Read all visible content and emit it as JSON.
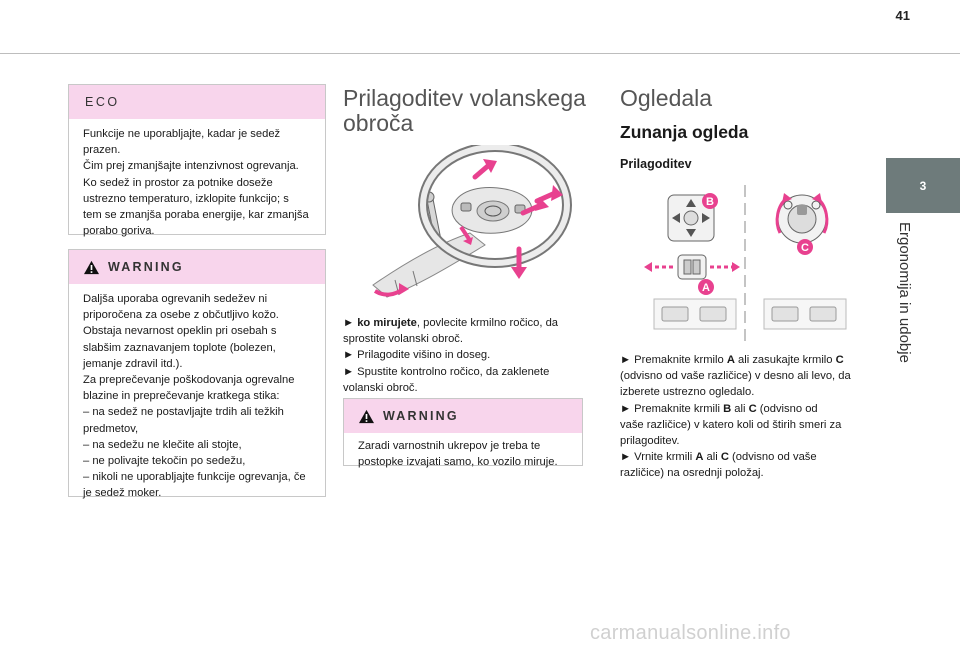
{
  "page_number": "41",
  "side_tab": {
    "number": "3",
    "title": "Ergonomija in udobje"
  },
  "eco_box": {
    "title": "ECO",
    "lines": "Funkcije ne uporabljajte, kadar je sedež\nprazen.\nČim prej zmanjšajte intenzivnost ogrevanja.\nKo sedež in prostor za potnike doseže\nustrezno temperaturo, izklopite funkcijo; s\ntem se zmanjša poraba energije, kar zmanjša\nporabo goriva."
  },
  "warning_box_1": {
    "title": "WARNING",
    "lines": "Daljša uporaba ogrevanih sedežev ni\npriporočena za osebe z občutljivo kožo.\nObstaja nevarnost opeklin pri osebah s\nslabšim zaznavanjem toplote (bolezen,\njemanje zdravil itd.).\nZa preprečevanje poškodovanja ogrevalne\nblazine in preprečevanje kratkega stika:\n–  na sedež ne postavljajte trdih ali težkih\npredmetov,\n–  na sedežu ne klečite ali stojte,\n–  ne polivajte tekočin po sedežu,\n–  nikoli ne uporabljajte funkcije ogrevanja, če\nje sedež moker."
  },
  "steering": {
    "title_line1": "Prilagoditev volanskega",
    "title_line2": "obroča",
    "step1_marker": "►",
    "step1_bold": "ko mirujete",
    "step1_rest": ", povlecite krmilno ročico, da",
    "step1_line2": "sprostite volanski obroč.",
    "step2": "►  Prilagodite višino in doseg.",
    "step3_line1": "►  Spustite kontrolno ročico, da zaklenete",
    "step3_line2": "volanski obroč."
  },
  "warning_box_2": {
    "title": "WARNING",
    "lines": "Zaradi varnostnih ukrepov je treba te\npostopke izvajati samo, ko vozilo miruje."
  },
  "mirrors": {
    "title": "Ogledala",
    "subtitle": "Zunanja ogleda",
    "heading": "Prilagoditev",
    "label_a": "A",
    "label_b": "B",
    "label_c": "C",
    "step1_pre": "►  Premaknite krmilo ",
    "step1_a": "A",
    "step1_mid": " ali zasukajte krmilo ",
    "step1_c": "C",
    "step1_line2": "(odvisno od vaše različice) v desno ali levo, da",
    "step1_line3": "izberete ustrezno ogledalo.",
    "step2_pre": "►  Premaknite krmili ",
    "step2_b": "B",
    "step2_mid": " ali ",
    "step2_c": "C",
    "step2_post": " (odvisno od",
    "step2_line2": "vaše različice) v katero koli od štirih smeri za",
    "step2_line3": "prilagoditev.",
    "step3_pre": "►  Vrnite krmili ",
    "step3_a": "A",
    "step3_mid": " ali ",
    "step3_c": "C",
    "step3_post": " (odvisno od vaše",
    "step3_line2": "različice) na osrednji položaj."
  },
  "watermark": "carmanualsonline.info",
  "colors": {
    "accent_pink": "#f8d5ec",
    "arrow_pink": "#e8418f",
    "tab_gray": "#6e7b7b"
  }
}
